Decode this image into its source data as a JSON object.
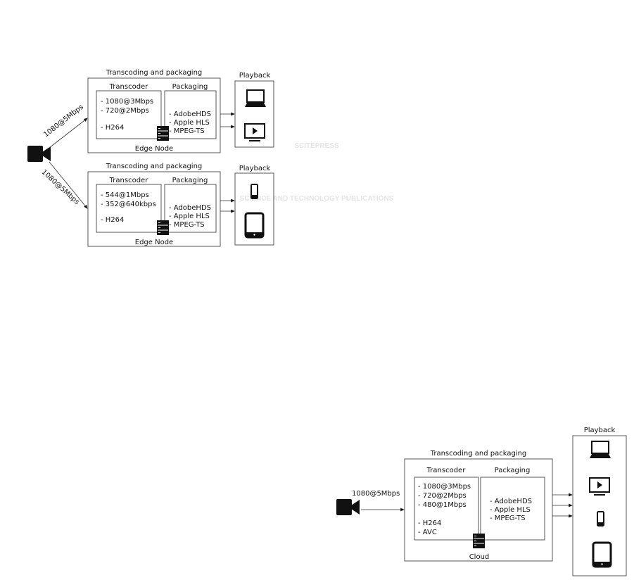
{
  "watermark": {
    "main": "SCITEPRESS",
    "sub": "SCIENCE AND TECHNOLOGY PUBLICATIONS"
  },
  "edge_top": {
    "title": "Transcoding and packaging",
    "transcoder_label": "Transcoder",
    "packaging_label": "Packaging",
    "transcoder_items": [
      "- 1080@3Mbps",
      "- 720@2Mbps",
      "- H264"
    ],
    "packaging_items": [
      "- AdobeHDS",
      "- Apple HLS",
      "- MPEG-TS"
    ],
    "node_label": "Edge Node",
    "playback_label": "Playback",
    "input_label": "1080@5Mbps"
  },
  "edge_bottom": {
    "title": "Transcoding and packaging",
    "transcoder_label": "Transcoder",
    "packaging_label": "Packaging",
    "transcoder_items": [
      "- 544@1Mbps",
      "- 352@640kbps",
      "- H264"
    ],
    "packaging_items": [
      "- AdobeHDS",
      "- Apple HLS",
      "- MPEG-TS"
    ],
    "node_label": "Edge Node",
    "playback_label": "Playback",
    "input_label": "1080@5Mbps"
  },
  "cloud": {
    "title": "Transcoding and packaging",
    "transcoder_label": "Transcoder",
    "packaging_label": "Packaging",
    "transcoder_items": [
      "- 1080@3Mbps",
      "- 720@2Mbps",
      "- 480@1Mbps",
      "- H264",
      "- AVC"
    ],
    "packaging_items": [
      "- AdobeHDS",
      "- Apple HLS",
      "- MPEG-TS"
    ],
    "node_label": "Cloud",
    "playback_label": "Playback",
    "input_label": "1080@5Mbps"
  }
}
